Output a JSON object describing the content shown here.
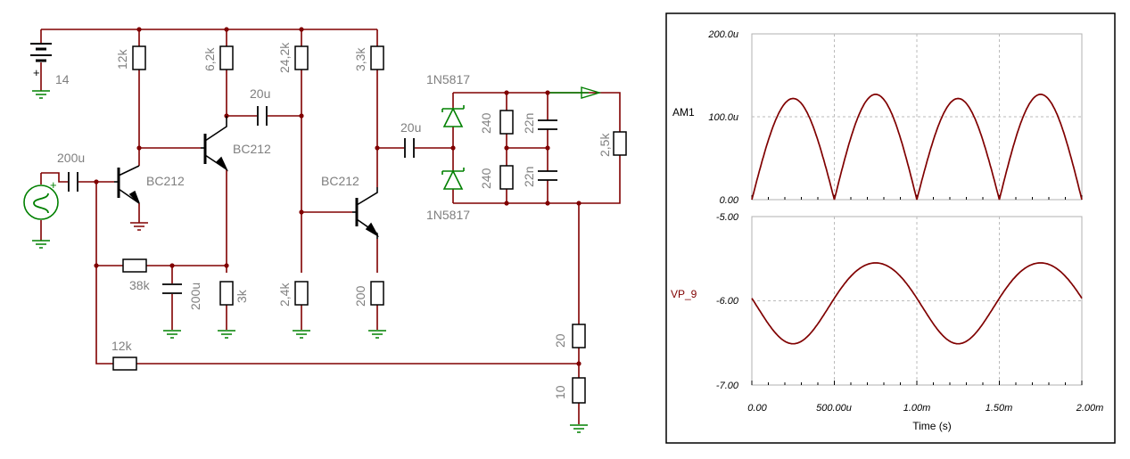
{
  "schematic": {
    "battery": {
      "value": "14",
      "plus": "+"
    },
    "source": {
      "plus": "+"
    },
    "resistors": {
      "r12k_top": "12k",
      "r6_2k": "6,2k",
      "r24_2k": "24,2k",
      "r3_3k": "3,3k",
      "r38k": "38k",
      "r3k": "3k",
      "r2_4k": "2,4k",
      "r200": "200",
      "r12k_fb": "12k",
      "r240_top": "240",
      "r240_bot": "240",
      "r2_5k": "2,5k",
      "r20": "20",
      "r10": "10"
    },
    "capacitors": {
      "c200u_in": "200u",
      "c20u_mid": "20u",
      "c20u_out": "20u",
      "c200u_bias": "200u",
      "c22n_top": "22n",
      "c22n_bot": "22n"
    },
    "transistors": {
      "q1": "BC212",
      "q2": "BC212",
      "q3": "BC212"
    },
    "diodes": {
      "d_top": "1N5817",
      "d_bot": "1N5817"
    }
  },
  "chart_data": [
    {
      "type": "line",
      "series": [
        {
          "name": "AM1",
          "color": "#800000"
        }
      ],
      "xlim": [
        0,
        0.002
      ],
      "ylim": [
        0,
        0.0002
      ],
      "yticks": [
        "200.0u",
        "100.0u",
        "0.00"
      ],
      "grid": true
    },
    {
      "type": "line",
      "series": [
        {
          "name": "VP_9",
          "color": "#800000"
        }
      ],
      "xlim": [
        0,
        0.002
      ],
      "ylim": [
        -7,
        -5
      ],
      "yticks": [
        "-5.00",
        "-6.00",
        "-7.00"
      ],
      "xticks": [
        "0.00",
        "500.00u",
        "1.00m",
        "1.50m",
        "2.00m"
      ],
      "xlabel": "Time (s)",
      "grid": true
    }
  ]
}
